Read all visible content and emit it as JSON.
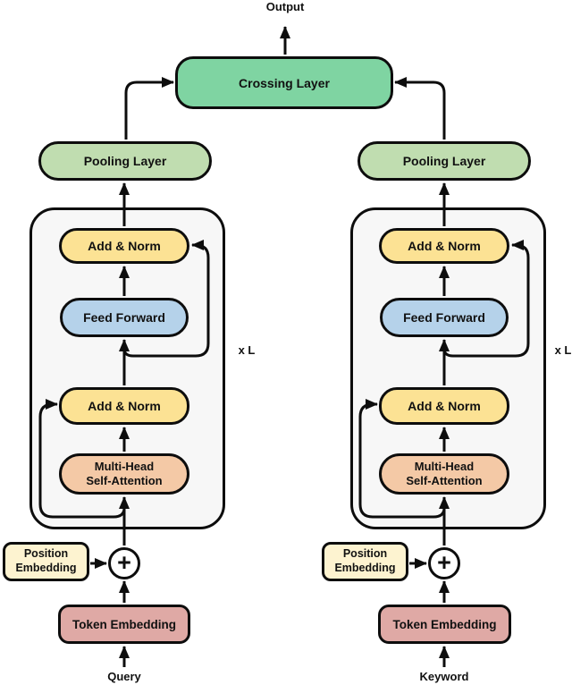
{
  "diagram": {
    "output_label": "Output",
    "crossing_layer_label": "Crossing Layer",
    "repeat_label": "x L",
    "plus_symbol": "+",
    "towers": [
      {
        "input_label": "Query",
        "pooling_label": "Pooling Layer",
        "add_norm_top_label": "Add & Norm",
        "feed_forward_label": "Feed Forward",
        "add_norm_bottom_label": "Add & Norm",
        "attention_line1": "Multi-Head",
        "attention_line2": "Self-Attention",
        "position_embedding_line1": "Position",
        "position_embedding_line2": "Embedding",
        "token_embedding_label": "Token Embedding"
      },
      {
        "input_label": "Keyword",
        "pooling_label": "Pooling Layer",
        "add_norm_top_label": "Add & Norm",
        "feed_forward_label": "Feed Forward",
        "add_norm_bottom_label": "Add & Norm",
        "attention_line1": "Multi-Head",
        "attention_line2": "Self-Attention",
        "position_embedding_line1": "Position",
        "position_embedding_line2": "Embedding",
        "token_embedding_label": "Token Embedding"
      }
    ]
  },
  "colors": {
    "crossing": "#7fd4a2",
    "pooling": "#c0ddb0",
    "addnorm": "#fce294",
    "feedforward": "#b5d2ea",
    "attention": "#f4c9a6",
    "posembed": "#fdf3d0",
    "tokembed": "#dfa9a5",
    "container": "#f7f7f7",
    "line": "#0d0d0d",
    "ink": "#111111"
  }
}
